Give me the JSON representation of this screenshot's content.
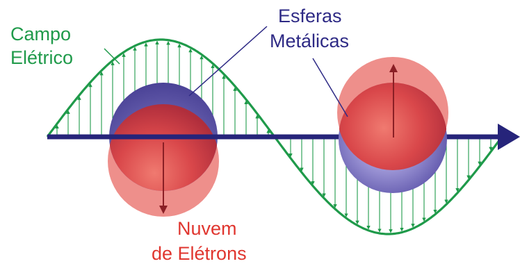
{
  "labels": {
    "electric_field": [
      "Campo",
      "Elétrico"
    ],
    "metal_spheres": [
      "Esferas",
      "Metálicas"
    ],
    "electron_cloud": [
      "Nuvem",
      "de Elétrons"
    ]
  },
  "colors": {
    "field_wave": "#1f9a4a",
    "axis": "#26247a",
    "sphere_metal": "#6b64b8",
    "electron_cloud": "#e04a4a",
    "label_green": "#1f9a4a",
    "label_blue": "#2e2a85",
    "label_red": "#e0362f"
  }
}
